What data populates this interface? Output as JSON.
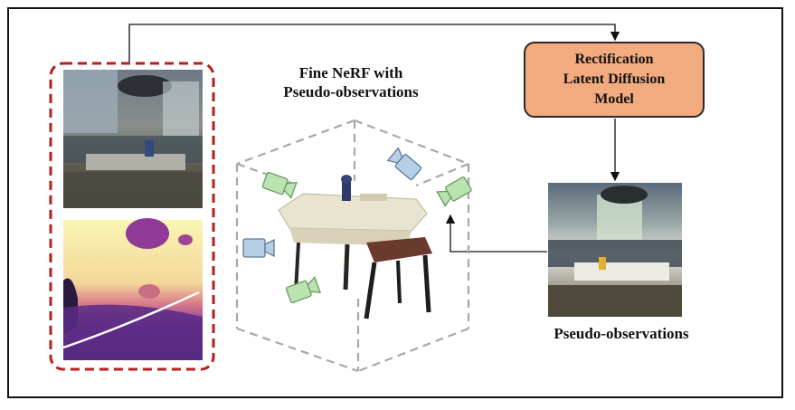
{
  "title_fine_nerf": [
    "Fine NeRF with",
    "Pseudo-observations"
  ],
  "rectification_box": [
    "Rectification",
    "Latent Diffusion",
    "Model"
  ],
  "pseudo_observations_label": "Pseudo-observations",
  "colors": {
    "dashed_box": "#b51f1f",
    "rld_fill": "#f2ab7e",
    "camera_green": "#b9e3b1",
    "camera_blue": "#b7cfe6",
    "cube_dash": "#a8a8a8"
  }
}
